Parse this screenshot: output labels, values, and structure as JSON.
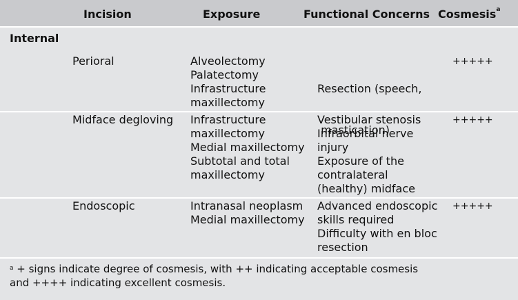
{
  "table": {
    "headers": {
      "incision": "Incision",
      "exposure": "Exposure",
      "functional": "Functional Concerns",
      "cosmesis": "Cosmesis",
      "cosmesis_sup": "a"
    },
    "section_label": "Internal",
    "rows": [
      {
        "incision": "Perioral",
        "exposure": [
          "Alveolectomy",
          "Palatectomy",
          "Infrastructure",
          "maxillectomy"
        ],
        "functional": [
          "Resection (speech,",
          " mastication)"
        ],
        "cosmesis": "+++++"
      },
      {
        "incision": "Midface degloving",
        "exposure": [
          "Infrastructure",
          "maxillectomy",
          "Medial maxillectomy",
          "Subtotal and total",
          "maxillectomy"
        ],
        "functional": [
          "Vestibular stenosis",
          "Infraorbital nerve",
          "injury",
          "Exposure of the",
          "contralateral",
          "(healthy) midface"
        ],
        "cosmesis": "+++++"
      },
      {
        "incision": "Endoscopic",
        "exposure": [
          "Intranasal neoplasm",
          "Medial maxillectomy"
        ],
        "functional": [
          "Advanced endoscopic",
          "skills required",
          "Difficulty with en bloc",
          "resection"
        ],
        "cosmesis": "+++++"
      }
    ]
  },
  "footnote": {
    "marker": "a",
    "line1": " + signs indicate degree of cosmesis, with ++ indicating acceptable cosmesis",
    "line2": "and ++++ indicating excellent cosmesis."
  }
}
